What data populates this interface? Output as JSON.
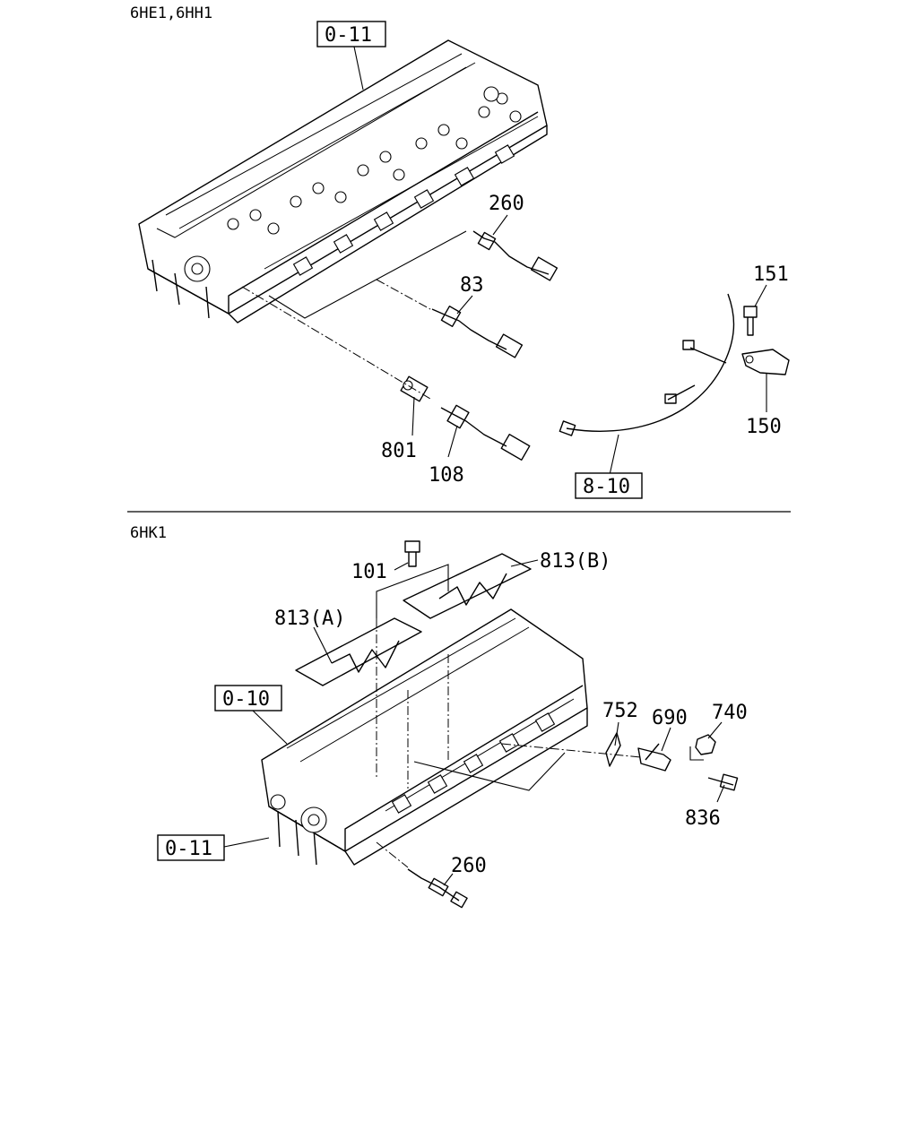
{
  "sections": [
    {
      "header": "6HE1,6HH1",
      "callouts": {
        "ref_head": "0-11",
        "c260": "260",
        "c83": "83",
        "c151": "151",
        "c150": "150",
        "c801": "801",
        "c108": "108",
        "ref_harness": "8-10"
      }
    },
    {
      "header": "6HK1",
      "callouts": {
        "c101": "101",
        "c813b": "813(B)",
        "c813a": "813(A)",
        "ref_cover": "0-10",
        "c752": "752",
        "c690": "690",
        "c740": "740",
        "c836": "836",
        "ref_head": "0-11",
        "c260": "260"
      }
    }
  ]
}
